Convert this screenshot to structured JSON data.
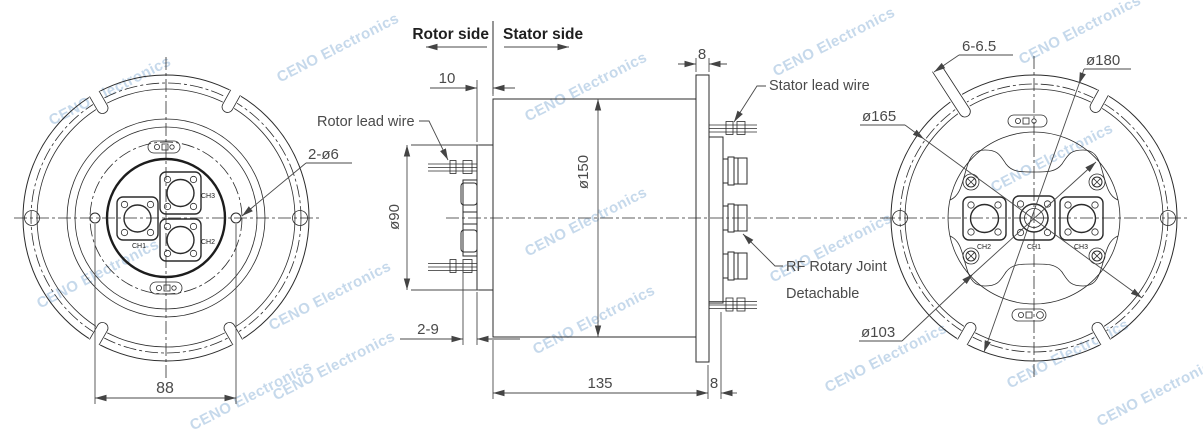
{
  "watermark": {
    "text": "CENO Electronics",
    "color": "#a4c2e0"
  },
  "colors": {
    "line": "#2b2b2b",
    "dimension_text": "#4a4a4a"
  },
  "left_view": {
    "dim_88": "88",
    "label_2d6": "2-ø6",
    "ch1": "CH1",
    "ch2": "CH2",
    "ch3": "CH3"
  },
  "middle_view": {
    "rotor_side": "Rotor side",
    "stator_side": "Stator side",
    "dim_10": "10",
    "dim_8_top": "8",
    "dim_d150": "ø150",
    "dim_d90": "ø90",
    "dim_2_9": "2-9",
    "dim_135": "135",
    "dim_8_bottom": "8",
    "rotor_lead_wire": "Rotor lead wire",
    "stator_lead_wire": "Stator lead wire",
    "rf_rotary_joint_line1": "RF Rotary Joint",
    "rf_rotary_joint_line2": "Detachable"
  },
  "right_view": {
    "dim_6_65": "6-6.5",
    "dim_d180": "ø180",
    "dim_d165": "ø165",
    "dim_d103": "ø103",
    "ch1": "CH1",
    "ch2": "CH2",
    "ch3": "CH3"
  }
}
